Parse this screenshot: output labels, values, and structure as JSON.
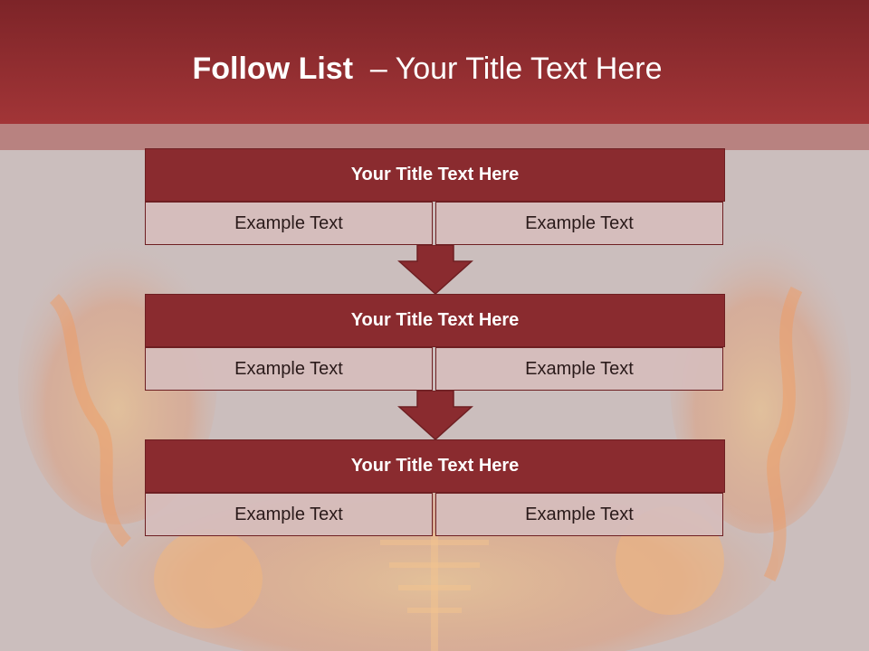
{
  "header": {
    "title_bold": "Follow List",
    "title_rest": "  – Your Title Text Here"
  },
  "blocks": [
    {
      "title": "Your Title Text Here",
      "left": "Example Text",
      "right": "Example Text"
    },
    {
      "title": "Your Title Text Here",
      "left": "Example Text",
      "right": "Example Text"
    },
    {
      "title": "Your Title Text Here",
      "left": "Example Text",
      "right": "Example Text"
    }
  ],
  "colors": {
    "header": "#a23537",
    "block_title": "#8a2b2f",
    "cell": "#d6bdbc",
    "background": "#cbbebd"
  }
}
